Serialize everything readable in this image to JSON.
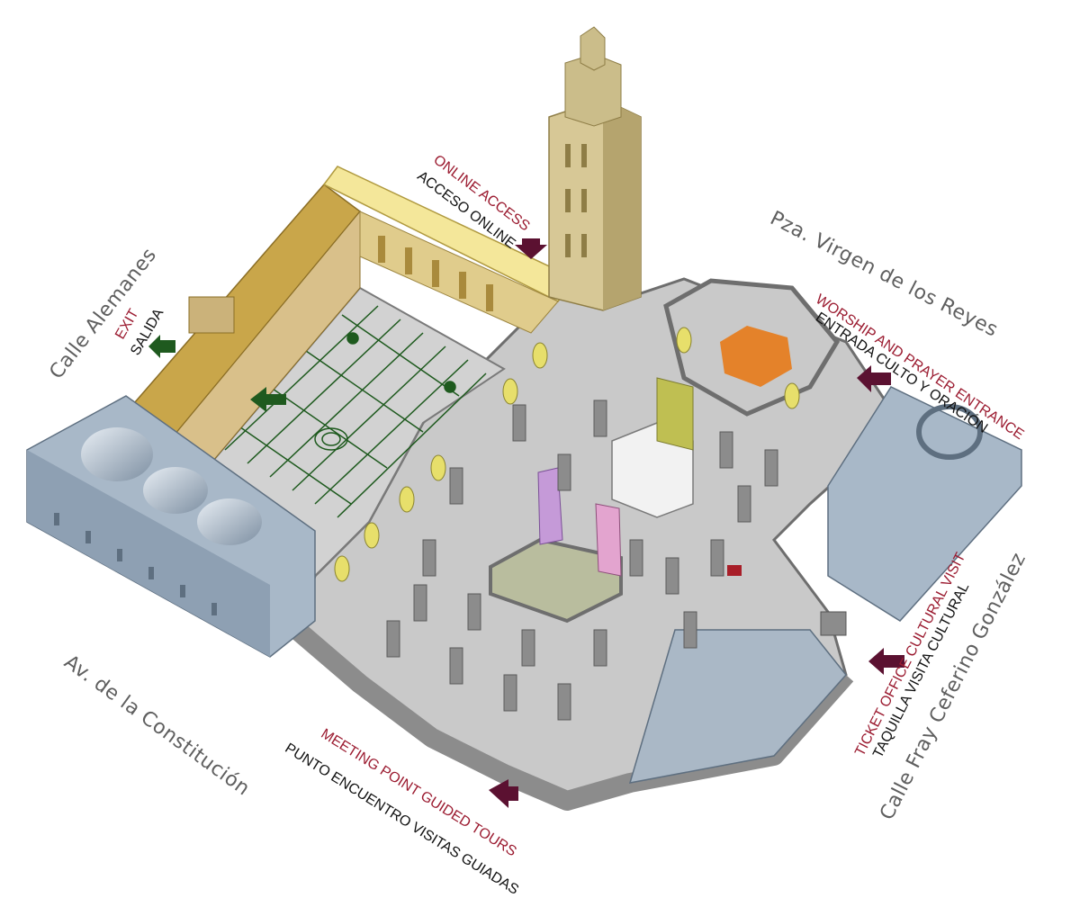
{
  "map": {
    "streets": {
      "calle_alemanes": "Calle Alemanes",
      "av_constitucion": "Av. de la Constitución",
      "pza_virgen": "Pza. Virgen de los Reyes",
      "calle_fray": "Calle Fray Ceferino González"
    },
    "labels": {
      "exit_en": "EXIT",
      "exit_es": "SALIDA",
      "online_en": "ONLINE ACCESS",
      "online_es": "ACCESO ONLINE",
      "worship_en": "WORSHIP AND PRAYER ENTRANCE",
      "worship_es": "ENTRADA CULTO Y ORACIÓN",
      "ticket_en": "TICKET OFFICE CULTURAL VISIT",
      "ticket_es": "TAQUILLA VISITA CULTURAL",
      "meeting_en": "MEETING POINT GUIDED TOURS",
      "meeting_es": "PUNTO ENCUENTRO VISITAS GUIADAS"
    },
    "colors": {
      "floor": "#c9c9c9",
      "wall": "#8c8c8c",
      "wall_dark": "#6e6e6e",
      "courtyard": "#d2d2d2",
      "courtyard_lines": "#1e5a1e",
      "tower": "#cbbd8a",
      "gallery_gold": "#c9a64a",
      "roof_yellow": "#f4e79a",
      "blue_building": "#a8b8c8",
      "chapel_orange": "#e4822a",
      "arrow_exit": "#1f5a1f",
      "arrow_entrance": "#5b1131",
      "label_en": "#9b1b30",
      "label_es": "#111111",
      "street_text": "#5f5f5f"
    }
  }
}
